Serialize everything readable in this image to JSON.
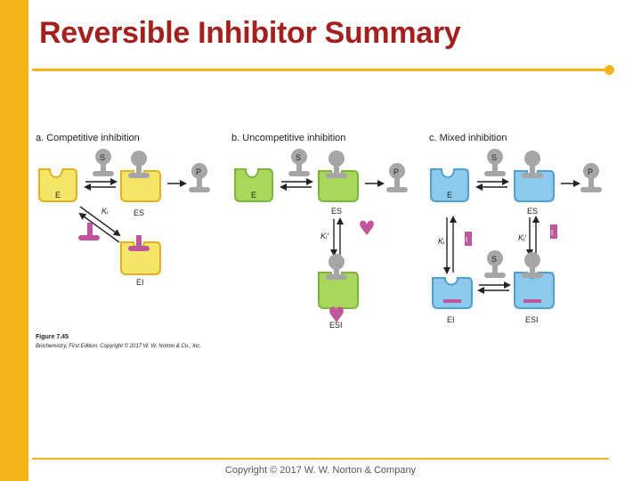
{
  "title": "Reversible Inhibitor Summary",
  "colors": {
    "accent": "#f4b41a",
    "title": "#a3201e",
    "competitive": "#f3e66a",
    "uncompetitive": "#a9d65c",
    "mixed": "#8dc9ec",
    "inhibitor": "#c0579d",
    "substrate": "#a6a6a6"
  },
  "panels": {
    "a": {
      "label": "a. Competitive inhibition",
      "E": "E",
      "ES": "ES",
      "EI": "EI",
      "S": "S",
      "P": "P",
      "k": "Kᵢ"
    },
    "b": {
      "label": "b. Uncompetitive inhibition",
      "E": "E",
      "ES": "ES",
      "ESI": "ESI",
      "S": "S",
      "P": "P",
      "k": "Kᵢ′"
    },
    "c": {
      "label": "c. Mixed inhibition",
      "E": "E",
      "ES": "ES",
      "EI": "EI",
      "ESI": "ESI",
      "S": "S",
      "S2": "S",
      "P": "P",
      "k1": "Kᵢ",
      "k2": "Kᵢ′",
      "I1": "I",
      "I2": "I"
    }
  },
  "caption": {
    "figure": "Figure 7.45",
    "source": "Biochemistry, First Edition. Copyright © 2017 W. W. Norton & Co., Inc."
  },
  "footer": "Copyright © 2017 W. W. Norton & Company"
}
